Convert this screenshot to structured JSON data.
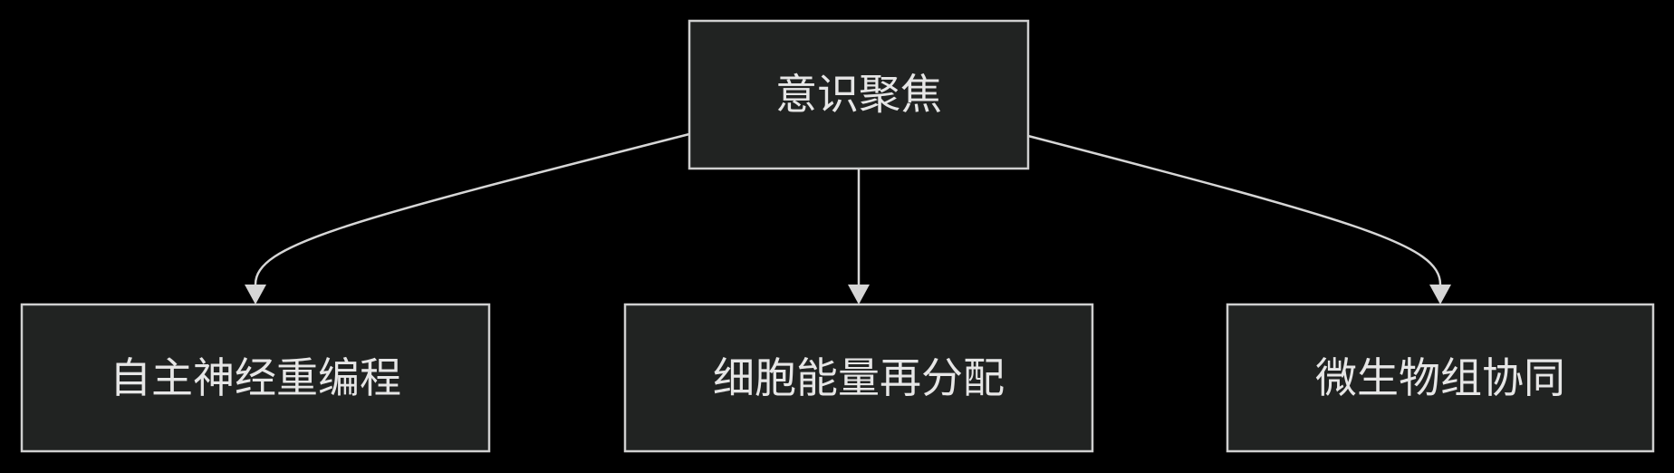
{
  "diagram": {
    "nodes": {
      "root": {
        "label": "意识聚焦"
      },
      "left": {
        "label": "自主神经重编程"
      },
      "middle": {
        "label": "细胞能量再分配"
      },
      "right": {
        "label": "微生物组协同"
      }
    },
    "edges": [
      {
        "from": "root",
        "to": "left"
      },
      {
        "from": "root",
        "to": "middle"
      },
      {
        "from": "root",
        "to": "right"
      }
    ],
    "colors": {
      "background": "#000000",
      "node_fill": "#212322",
      "node_stroke": "#cfcfcf",
      "edge": "#d6d6d6",
      "text": "#e6e6e6"
    }
  }
}
